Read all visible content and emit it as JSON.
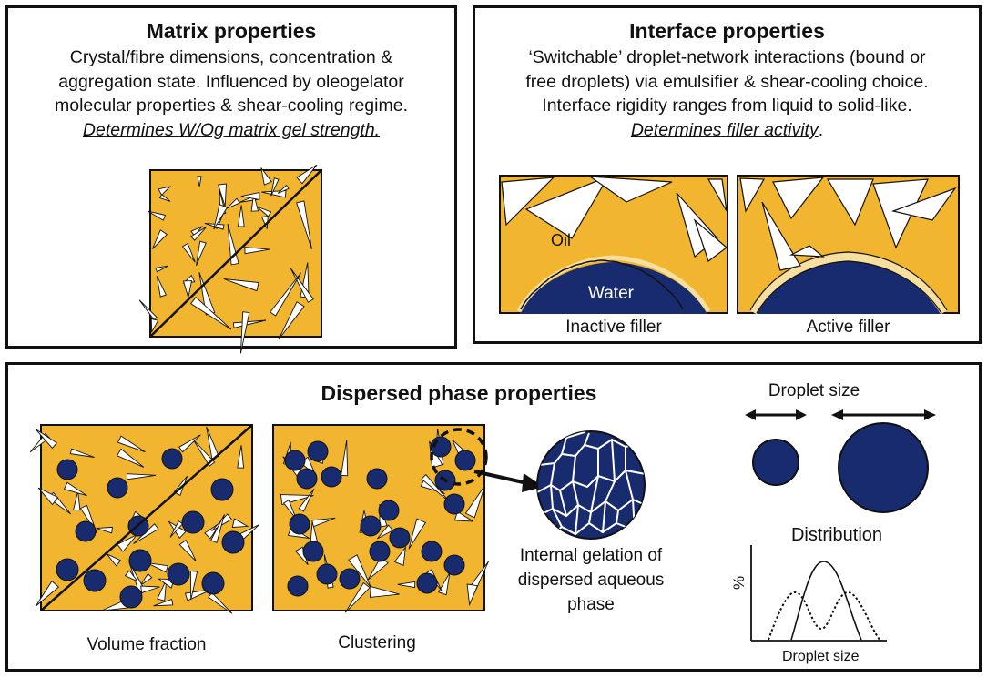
{
  "colors": {
    "matrix_fill": "#F2B52F",
    "droplet_fill": "#172B6E",
    "crystal_fill": "#FFFFFF",
    "outline": "#111111"
  },
  "matrix": {
    "title": "Matrix properties",
    "lines": [
      "Crystal/fibre dimensions, concentration &",
      "aggregation state. Influenced by oleogelator",
      "molecular properties & shear-cooling regime."
    ],
    "emphasis": "Determines W/Og matrix gel strength."
  },
  "interface": {
    "title": "Interface properties",
    "lines": [
      "‘Switchable’ droplet-network interactions (bound or",
      "free droplets) via emulsifier & shear-cooling choice.",
      "Interface rigidity ranges from liquid to solid-like."
    ],
    "emphasis": "Determines filler activity",
    "emphasis_suffix": ".",
    "oil_label": "Oil",
    "water_label": "Water",
    "inactive_caption": "Inactive filler",
    "active_caption": "Active filler"
  },
  "dispersed": {
    "title": "Dispersed phase properties",
    "volume_caption": "Volume fraction",
    "clustering_caption": "Clustering",
    "gelation_lines": [
      "Internal gelation of",
      "dispersed aqueous",
      "phase"
    ],
    "droplet_size_label": "Droplet size",
    "distribution_label": "Distribution",
    "plot_ylabel": "%",
    "plot_xlabel": "Droplet size"
  }
}
